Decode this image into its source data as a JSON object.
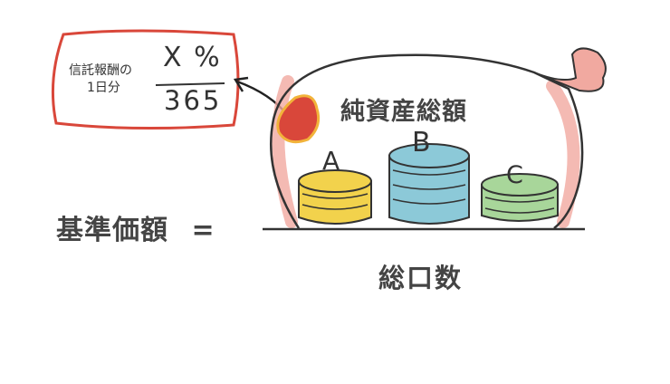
{
  "formula": {
    "left_side": "基準価額",
    "equals": "=",
    "numerator": "純資産総額",
    "denominator": "総口数"
  },
  "fee_box": {
    "caption_line1": "信託報酬の",
    "caption_line2": "1日分",
    "rate": "X %",
    "days": "365"
  },
  "funds": [
    {
      "label": "A",
      "color": "#f2d24c"
    },
    {
      "label": "B",
      "color": "#8cc9d8"
    },
    {
      "label": "C",
      "color": "#a8d69a"
    }
  ],
  "colors": {
    "text": "#444444",
    "fee_box_border": "#d9473a",
    "bag_outline": "#333333",
    "bag_highlight": "#f1a9a0"
  }
}
